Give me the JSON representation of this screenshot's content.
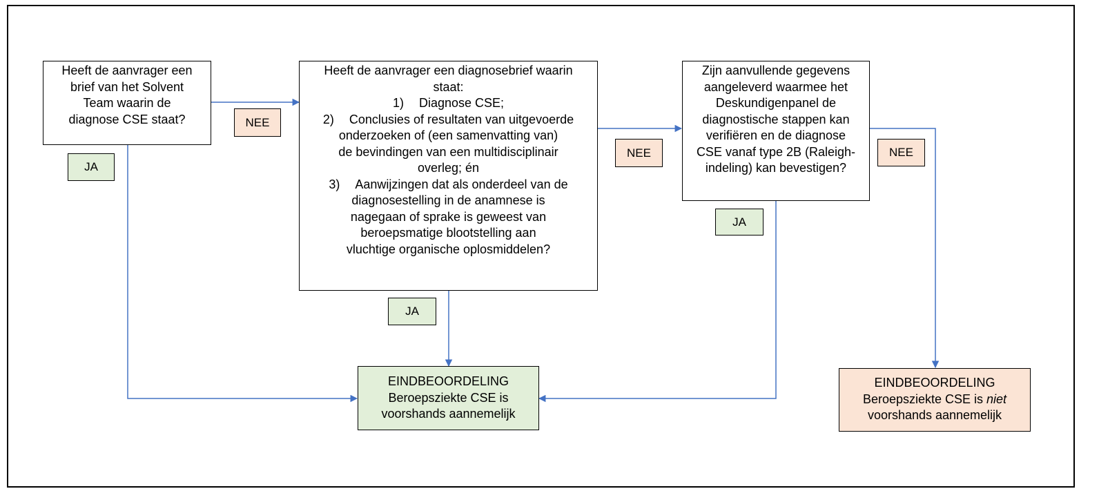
{
  "colors": {
    "arrow": "#4472c4",
    "yes_fill": "#e2efd9",
    "no_fill": "#fbe4d5"
  },
  "box1": {
    "lines": [
      "Heeft de aanvrager een",
      "brief van het Solvent",
      "Team waarin de",
      "diagnose CSE staat?"
    ]
  },
  "box2": {
    "intro": [
      "Heeft de aanvrager een diagnosebrief waarin",
      "staat:"
    ],
    "items": [
      {
        "num": "1)",
        "lines": [
          "Diagnose CSE;"
        ]
      },
      {
        "num": "2)",
        "lines": [
          "Conclusies of resultaten van uitgevoerde",
          "onderzoeken of (een samenvatting van)",
          "de bevindingen van een multidisciplinair",
          "overleg; én"
        ]
      },
      {
        "num": "3)",
        "lines": [
          "Aanwijzingen dat als onderdeel van de",
          "diagnosestelling in de anamnese is",
          "nagegaan of sprake is geweest van",
          "beroepsmatige blootstelling aan",
          "vluchtige organische oplosmiddelen?"
        ]
      }
    ]
  },
  "box3": {
    "lines": [
      "Zijn aanvullende gegevens",
      "aangeleverd waarmee het",
      "Deskundigenpanel de",
      "diagnostische stappen kan",
      "verifiëren en de diagnose",
      "CSE vanaf type 2B (Raleigh-",
      "indeling) kan bevestigen?"
    ]
  },
  "end_yes": {
    "title": "EINDBEOORDELING",
    "lines": [
      "Beroepsziekte CSE is",
      "voorshands aannemelijk"
    ]
  },
  "end_no": {
    "title": "EINDBEOORDELING",
    "line1_prefix": "Beroepsziekte CSE is ",
    "line1_emph": "niet",
    "line2": "voorshands aannemelijk"
  },
  "labels": {
    "nee1": "NEE",
    "ja1": "JA",
    "nee2": "NEE",
    "ja2": "JA",
    "nee3": "NEE",
    "ja3": "JA"
  }
}
